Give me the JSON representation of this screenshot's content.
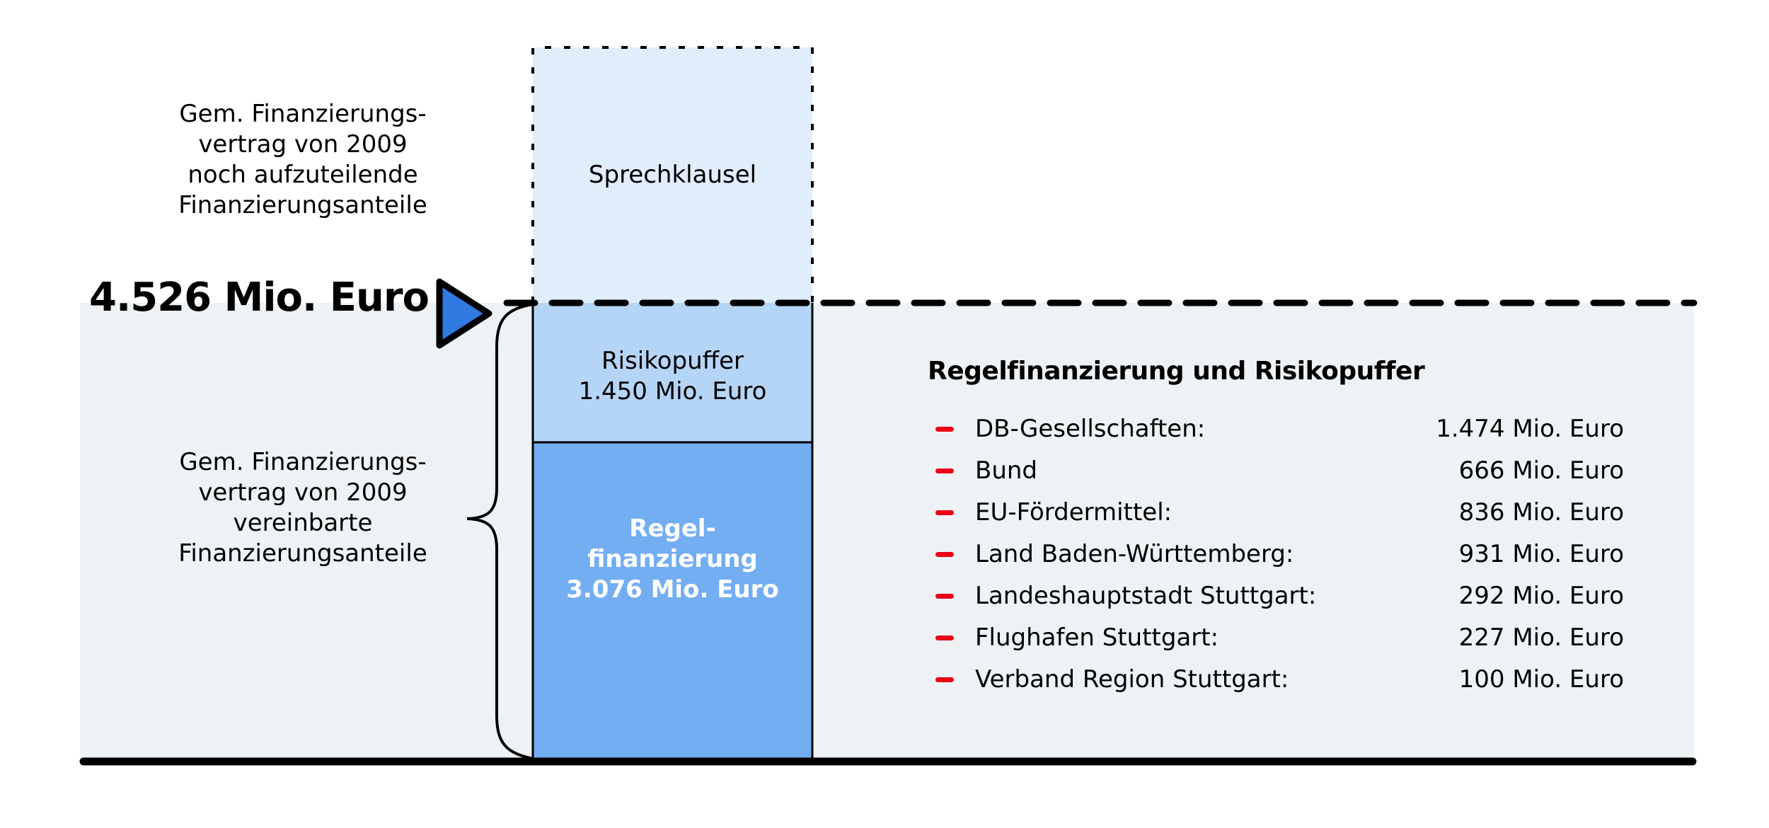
{
  "colors": {
    "background_band": "#EEF2F5",
    "sprechklausel_fill": "#E0EDFB",
    "risikopuffer_fill": "#B5D5F7",
    "regelfinanzierung_fill": "#73AEF3",
    "marker_fill": "#3079DE",
    "bullet_red": "#EC0016"
  },
  "total": {
    "label": "4.526 Mio. Euro",
    "value_mio_eur": 4526
  },
  "left_labels": {
    "upper": [
      "Gem. Finanzierungs-",
      "vertrag von 2009",
      "noch aufzuteilende",
      "Finanzierungsanteile"
    ],
    "lower": [
      "Gem. Finanzierungs-",
      "vertrag von 2009",
      "vereinbarte",
      "Finanzierungsanteile"
    ]
  },
  "column": {
    "segments": [
      {
        "id": "sprechklausel",
        "lines": [
          "Sprechklausel"
        ],
        "style": "dashed-outline"
      },
      {
        "id": "risikopuffer",
        "lines": [
          "Risikopuffer",
          "1.450 Mio. Euro"
        ],
        "value_mio_eur": 1450
      },
      {
        "id": "regelfinanzierung",
        "lines": [
          "Regel-",
          "finanzierung",
          "3.076 Mio. Euro"
        ],
        "value_mio_eur": 3076
      }
    ]
  },
  "breakdown": {
    "title": "Regelfinanzierung und Risikopuffer",
    "items": [
      {
        "name": "DB-Gesellschaften:",
        "value": "1.474 Mio. Euro"
      },
      {
        "name": "Bund",
        "value": "666 Mio. Euro"
      },
      {
        "name": "EU-Fördermittel:",
        "value": "836 Mio. Euro"
      },
      {
        "name": "Land Baden-Württemberg:",
        "value": "931 Mio. Euro"
      },
      {
        "name": "Landeshauptstadt Stuttgart:",
        "value": "292 Mio. Euro"
      },
      {
        "name": "Flughafen Stuttgart:",
        "value": "227 Mio. Euro"
      },
      {
        "name": "Verband Region Stuttgart:",
        "value": "100 Mio. Euro"
      }
    ]
  }
}
